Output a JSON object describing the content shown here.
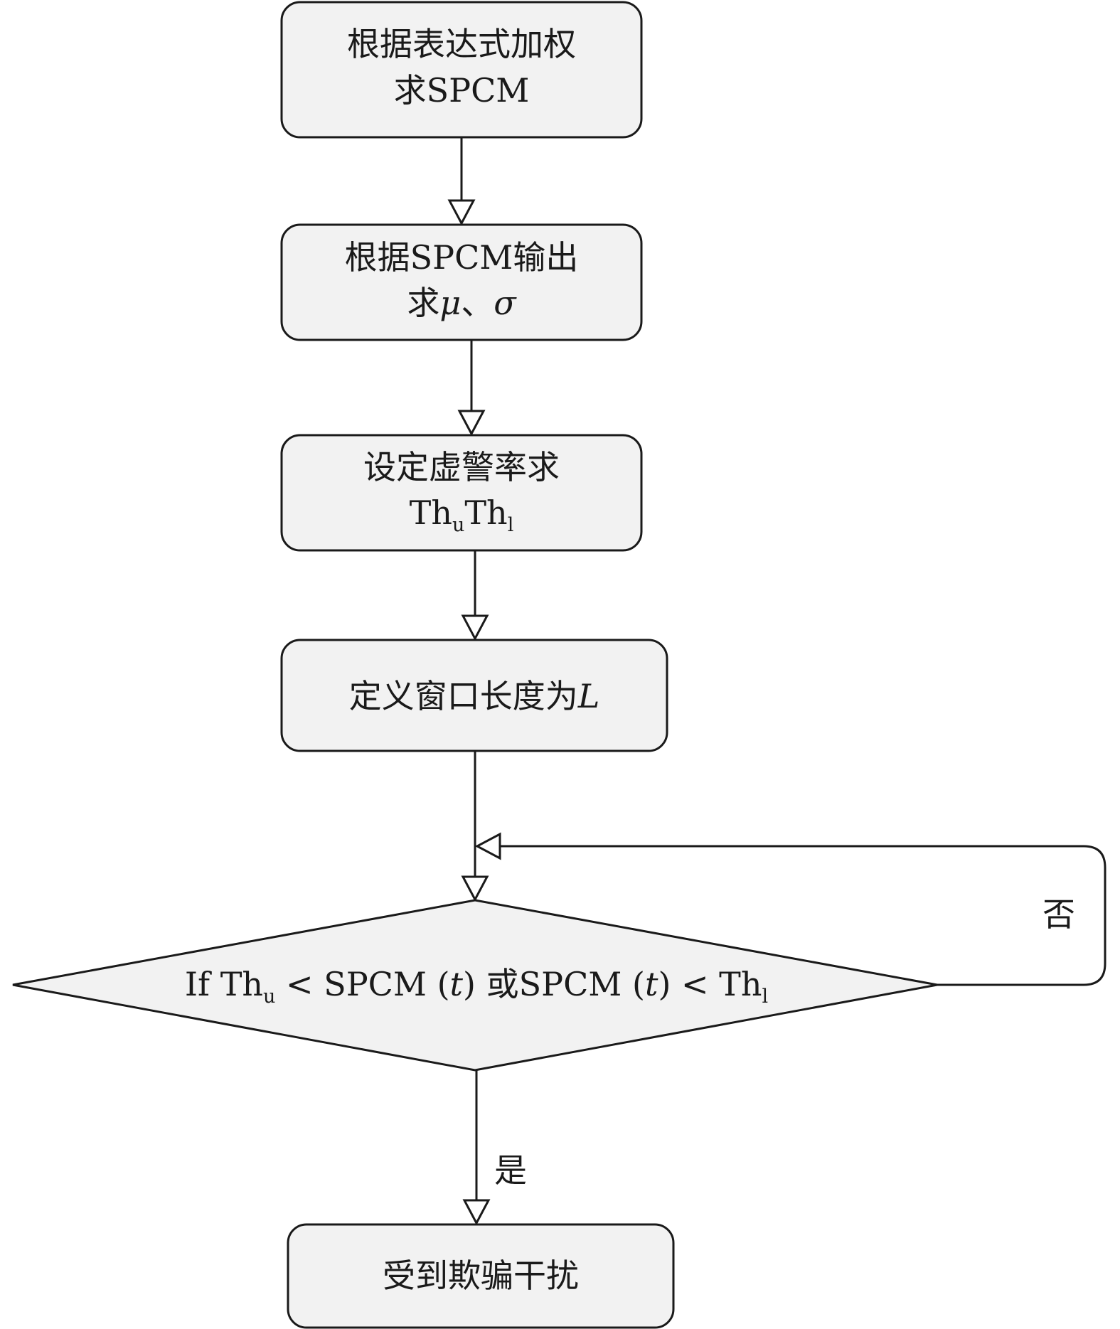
{
  "nodes": {
    "step1": {
      "line1": "根据表达式加权",
      "line2": "求SPCM"
    },
    "step2": {
      "line1": "根据SPCM输出",
      "line2_a": "求",
      "mu": "μ",
      "sep": "、",
      "sigma": "σ"
    },
    "step3": {
      "line1": "设定虚警率求",
      "th": "Th",
      "u": "u",
      "l": "l"
    },
    "step4": {
      "text": "定义窗口长度为",
      "var": "L"
    },
    "decision": {
      "a": "If Th",
      "u": "u",
      "b": " < SPCM (",
      "t1": "t",
      "c": ") 或SPCM (",
      "t2": "t",
      "d": ") < Th",
      "l": "l"
    },
    "step5": {
      "text": "受到欺骗干扰"
    }
  },
  "edges": {
    "no": "否",
    "yes": "是"
  }
}
